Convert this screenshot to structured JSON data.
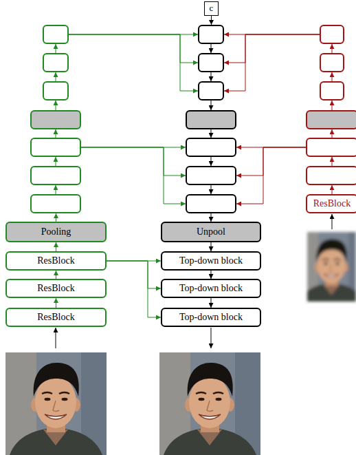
{
  "diagram": {
    "nodes": [
      {
        "text": [
          "c"
        ]
      },
      {
        "text": []
      },
      {
        "text": []
      },
      {
        "text": []
      },
      {
        "text": []
      },
      {
        "text": []
      },
      {
        "text": []
      },
      {
        "text": []
      },
      {
        "text": []
      },
      {
        "text": []
      },
      {
        "text": []
      },
      {
        "text": []
      },
      {
        "text": []
      },
      {
        "text": []
      },
      {
        "text": []
      },
      {
        "text": []
      },
      {
        "text": []
      },
      {
        "text": []
      },
      {
        "text": []
      },
      {
        "text": []
      },
      {
        "text": []
      },
      {
        "text": [
          "ResBlock"
        ]
      },
      {
        "text": [
          "Pooling"
        ]
      },
      {
        "text": [
          "Unpool"
        ]
      },
      {
        "text": [
          "ResBlock"
        ]
      },
      {
        "text": [
          "Top-down block"
        ]
      },
      {
        "text": [
          "ResBlock"
        ]
      },
      {
        "text": [
          "Top-down block"
        ]
      },
      {
        "text": [
          "ResBlock"
        ]
      },
      {
        "text": [
          "Top-down block"
        ]
      }
    ],
    "edges": [
      {
        "from": 28,
        "to": 26,
        "arrow": "to"
      },
      {
        "from": 26,
        "to": 24,
        "arrow": "to"
      },
      {
        "from": 24,
        "to": 22,
        "arrow": "to"
      },
      {
        "from": 22,
        "to": 19,
        "arrow": "to"
      },
      {
        "from": 19,
        "to": 16,
        "arrow": "to"
      },
      {
        "from": 16,
        "to": 13,
        "arrow": "to"
      },
      {
        "from": 13,
        "to": 10,
        "arrow": "to"
      },
      {
        "from": 10,
        "to": 7,
        "arrow": "to"
      },
      {
        "from": 7,
        "to": 4,
        "arrow": "to"
      },
      {
        "from": 4,
        "to": 1,
        "arrow": "to"
      },
      {
        "from": 0,
        "to": 2,
        "arrow": "to"
      },
      {
        "from": 2,
        "to": 5,
        "arrow": "to"
      },
      {
        "from": 5,
        "to": 8,
        "arrow": "to"
      },
      {
        "from": 8,
        "to": 11,
        "arrow": "to"
      },
      {
        "from": 11,
        "to": 14,
        "arrow": "to"
      },
      {
        "from": 14,
        "to": 17,
        "arrow": "to"
      },
      {
        "from": 17,
        "to": 20,
        "arrow": "to"
      },
      {
        "from": 20,
        "to": 23,
        "arrow": "to"
      },
      {
        "from": 23,
        "to": 25,
        "arrow": "to"
      },
      {
        "from": 25,
        "to": 27,
        "arrow": "to"
      },
      {
        "from": 27,
        "to": 29,
        "arrow": "to"
      },
      {
        "from": 21,
        "to": 18,
        "arrow": "to"
      },
      {
        "from": 18,
        "to": 15,
        "arrow": "to"
      },
      {
        "from": 15,
        "to": 12,
        "arrow": "to"
      },
      {
        "from": 12,
        "to": 9,
        "arrow": "to"
      },
      {
        "from": 9,
        "to": 6,
        "arrow": "to"
      },
      {
        "from": 6,
        "to": 3,
        "arrow": "to"
      },
      {
        "from": 1,
        "to": 2,
        "arrow": "to"
      },
      {
        "from": 1,
        "to": 5,
        "arrow": "to"
      },
      {
        "from": 1,
        "to": 8,
        "arrow": "to"
      },
      {
        "from": 3,
        "to": 2,
        "arrow": "to"
      },
      {
        "from": 3,
        "to": 5,
        "arrow": "to"
      },
      {
        "from": 3,
        "to": 8,
        "arrow": "to"
      },
      {
        "from": 13,
        "to": 14,
        "arrow": "to"
      },
      {
        "from": 13,
        "to": 17,
        "arrow": "to"
      },
      {
        "from": 13,
        "to": 20,
        "arrow": "to"
      },
      {
        "from": 15,
        "to": 14,
        "arrow": "to"
      },
      {
        "from": 15,
        "to": 17,
        "arrow": "to"
      },
      {
        "from": 15,
        "to": 20,
        "arrow": "to"
      },
      {
        "from": 24,
        "to": 25,
        "arrow": "to"
      },
      {
        "from": 24,
        "to": 27,
        "arrow": "to"
      },
      {
        "from": 24,
        "to": 29,
        "arrow": "to"
      }
    ]
  }
}
